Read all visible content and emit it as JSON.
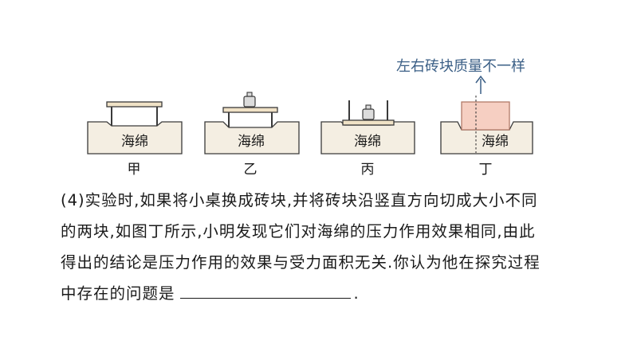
{
  "figure": {
    "annotation": "左右砖块质量不一样",
    "colors": {
      "annotation": "#3b5f86",
      "sponge_fill": "#f4eee2",
      "table_top": "#f0e2c6",
      "brick_fill": "#f6cfc2",
      "brick_stroke": "#b27a68",
      "weight_fill": "#dcdcdc",
      "outline": "#3a3a3a"
    },
    "panels": [
      {
        "sponge_label": "海绵",
        "caption": "甲"
      },
      {
        "sponge_label": "海绵",
        "caption": "乙"
      },
      {
        "sponge_label": "海绵",
        "caption": "丙"
      },
      {
        "sponge_label": "海绵",
        "caption": "丁"
      }
    ]
  },
  "question": {
    "lines": [
      "(4)实验时,如果将小桌换成砖块,并将砖块沿竖直方向切成大小不同",
      "的两块,如图丁所示,小明发现它们对海绵的压力作用效果相同,由此",
      "得出的结论是压力作用的效果与受力面积无关.你认为他在探究过程",
      "中存在的问题是"
    ],
    "ending": "."
  }
}
